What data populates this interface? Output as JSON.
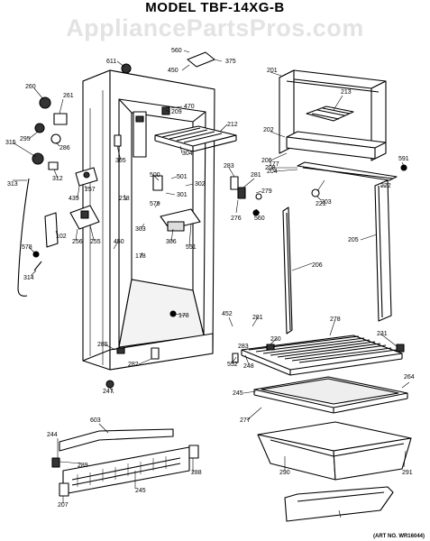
{
  "title": "MODEL TBF-14XG-B",
  "watermark": "AppliancePartsPros.com",
  "art_no": "(ART NO. WR16044)",
  "part_numbers": [
    "560",
    "375",
    "450",
    "611",
    "201",
    "213",
    "260",
    "261",
    "470",
    "209",
    "212",
    "295",
    "315",
    "286",
    "312",
    "305",
    "304",
    "500",
    "501",
    "302",
    "202",
    "206",
    "208",
    "283",
    "281",
    "279",
    "204",
    "177",
    "203",
    "222",
    "591",
    "313",
    "257",
    "435",
    "218",
    "301",
    "579",
    "276",
    "560",
    "221",
    "205",
    "102",
    "256",
    "255",
    "303",
    "450",
    "306",
    "551",
    "178",
    "206",
    "578",
    "314",
    "178",
    "452",
    "281",
    "278",
    "230",
    "231",
    "283",
    "285",
    "282",
    "552",
    "248",
    "264",
    "247",
    "245",
    "277",
    "603",
    "244",
    "291",
    "289",
    "288",
    "245",
    "290",
    "207"
  ]
}
